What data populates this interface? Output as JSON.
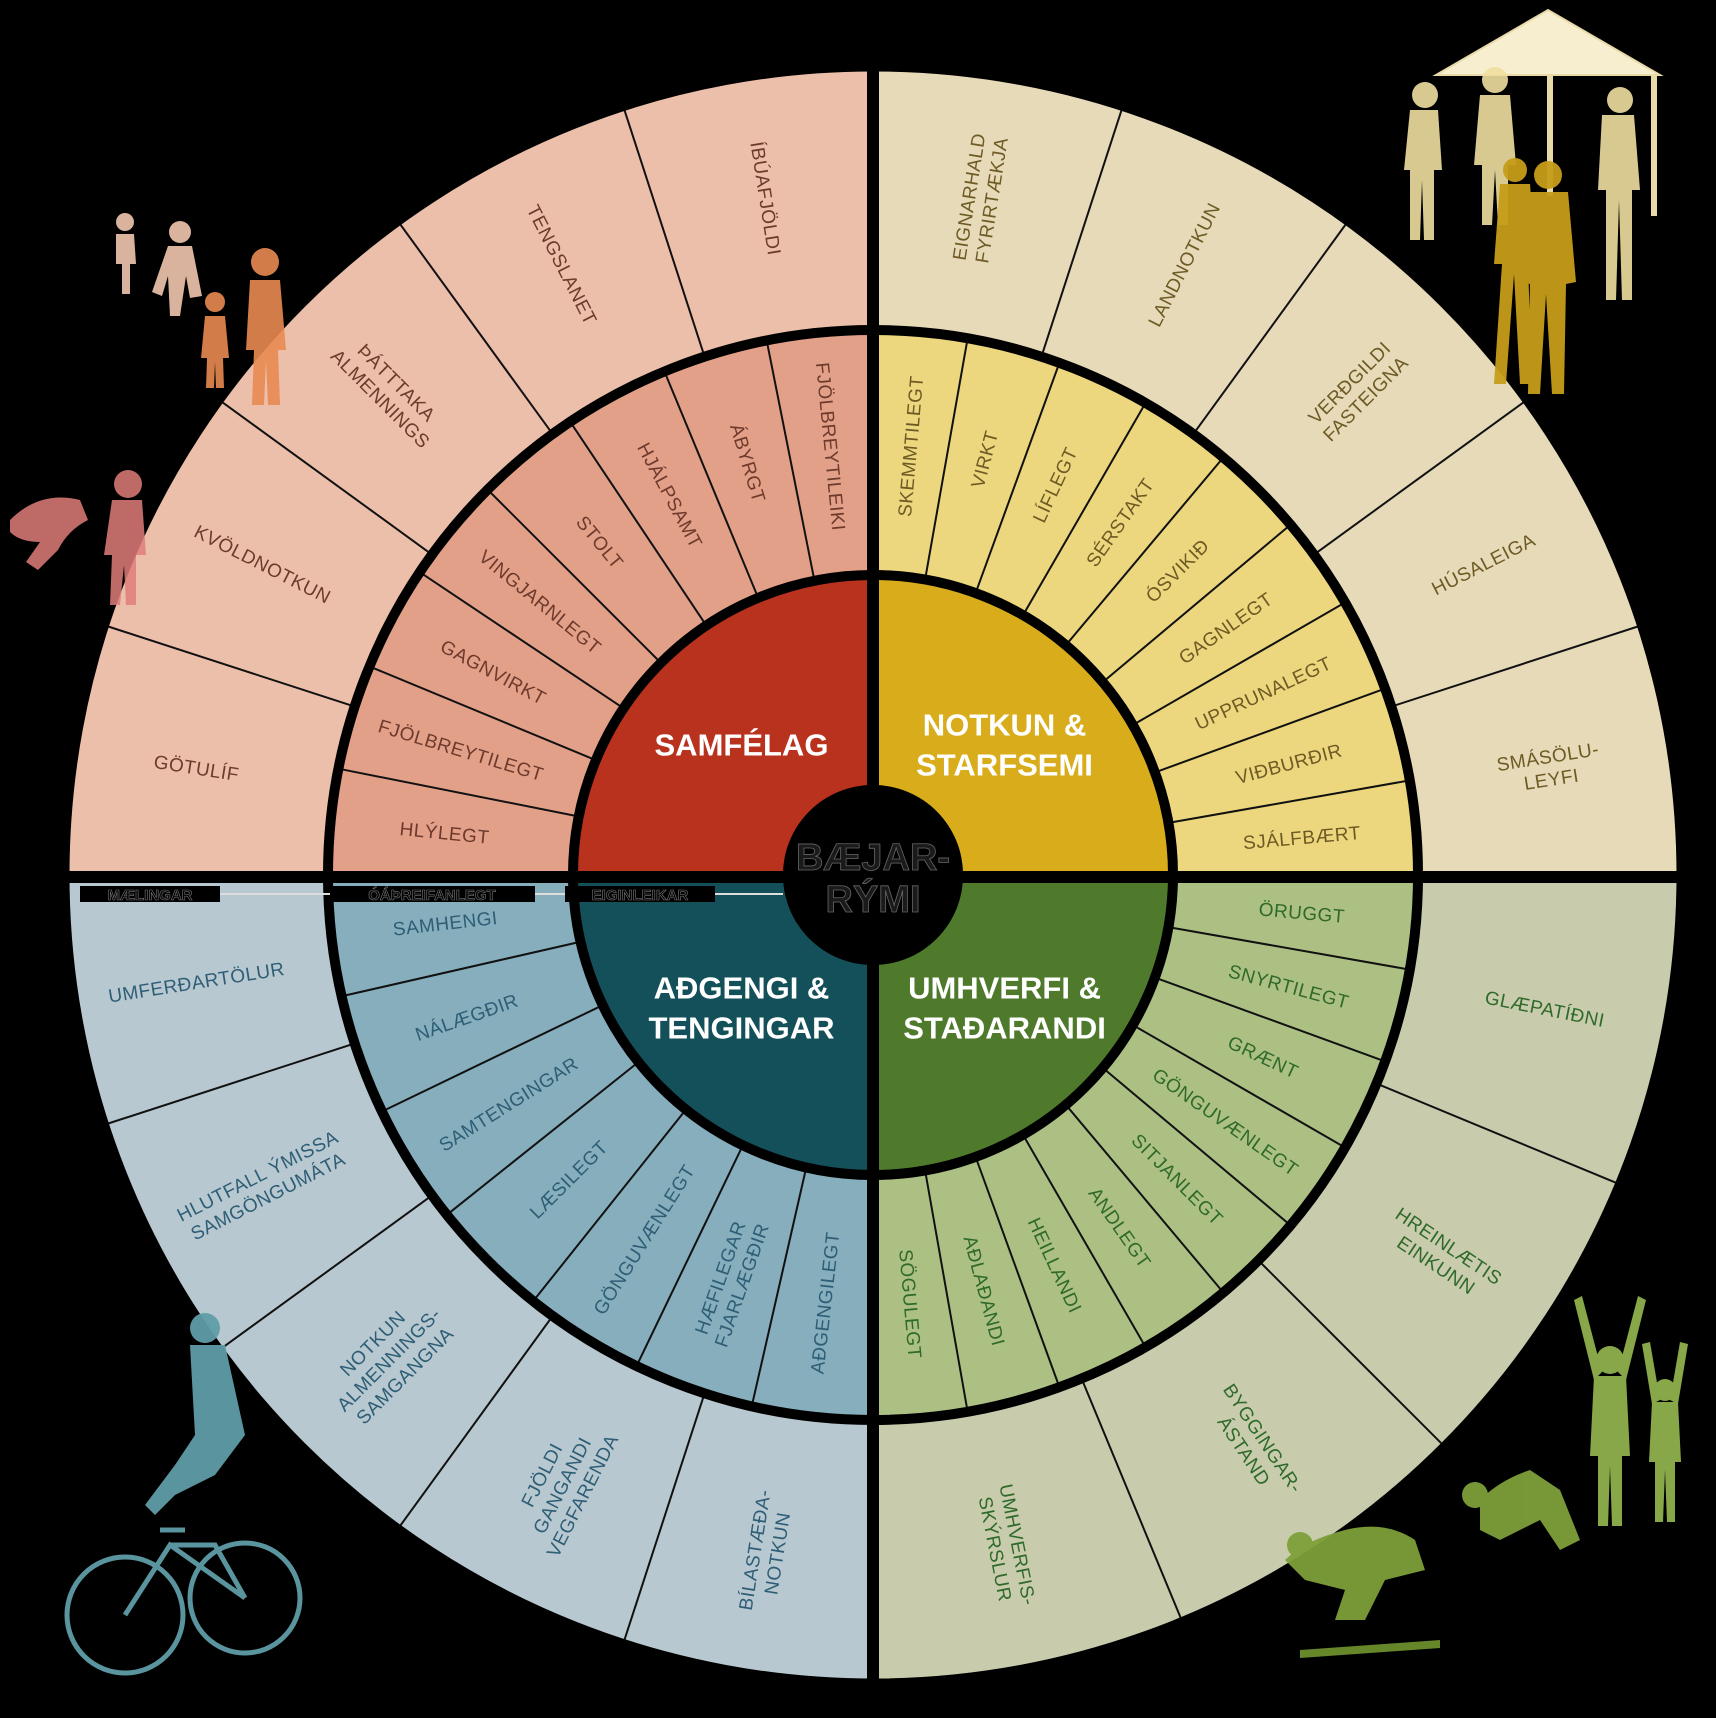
{
  "center": {
    "line1": "BÆJAR-",
    "line2": "RÝMI"
  },
  "scale_labels": {
    "measures": "MÆLINGAR",
    "intangibles": "ÓÁÞREIFANLEGT",
    "attributes": "EIGINLEIKAR"
  },
  "quadrants": [
    {
      "key": "samfelag",
      "title": [
        "SAMFÉLAG"
      ],
      "colors": {
        "core": "#b8321e",
        "inner": "#e2a088",
        "outer": "#ecbfab",
        "text": "#6e3a2c",
        "figure": "#e88a52"
      },
      "inner": [
        "HLÝLEGT",
        "FJÖLBREYTILEGT",
        "GAGNVIRKT",
        "VINGJARNLEGT",
        "STOLT",
        "HJÁLPSAMT",
        "ÁBYRGT",
        "FJÖLBREYTILEIKI"
      ],
      "outer": [
        [
          "GÖTULÍF"
        ],
        [
          "KVÖLDNOTKUN"
        ],
        [
          "ÞÁTTTAKA",
          "ALMENNINGS"
        ],
        [
          "TENGSLANET"
        ],
        [
          "ÍBÚAFJÖLDI"
        ]
      ]
    },
    {
      "key": "notkun",
      "title": [
        "NOTKUN &",
        "STARFSEMI"
      ],
      "colors": {
        "core": "#d9ac1c",
        "inner": "#ecd77e",
        "outer": "#e6dab8",
        "text": "#6e5a24",
        "figure": "#c79d1a"
      },
      "inner": [
        "SKEMMTILEGT",
        "VIRKT",
        "LÍFLEGT",
        "SÉRSTAKT",
        "ÓSVIKIÐ",
        "GAGNLEGT",
        "UPPRUNALEGT",
        "VIÐBURÐIR",
        "SJÁLFBÆRT"
      ],
      "outer": [
        [
          "EIGNARHALD",
          "FYRIRTÆKJA"
        ],
        [
          "LANDNOTKUN"
        ],
        [
          "VERÐGILDI",
          "FASTEIGNA"
        ],
        [
          "HÚSALEIGA"
        ],
        [
          "SMÁSÖLU-",
          "LEYFI"
        ]
      ]
    },
    {
      "key": "umhverfi",
      "title": [
        "UMHVERFI &",
        "STAÐARANDI"
      ],
      "colors": {
        "core": "#4f7a2c",
        "inner": "#adc084",
        "outer": "#c8ccad",
        "text": "#2f6a2a",
        "figure": "#8fb04c"
      },
      "inner": [
        "ÖRUGGT",
        "SNYRTILEGT",
        "GRÆNT",
        "GÖNGUVÆNLEGT",
        "SITJANLEGT",
        "ANDLEGT",
        "HEILLANDI",
        "AÐLAÐANDI",
        "SÖGULEGT"
      ],
      "outer": [
        [
          "GLÆPATÍÐNI"
        ],
        [
          "HREINLÆTIS",
          "EINKUNN"
        ],
        [
          "BYGGINGAR-",
          "ÁSTAND"
        ],
        [
          "UMHVERFIS-",
          "SKÝRSLUR"
        ]
      ]
    },
    {
      "key": "adgengi",
      "title": [
        "AÐGENGI &",
        "TENGINGAR"
      ],
      "colors": {
        "core": "#14505a",
        "inner": "#86aebc",
        "outer": "#b8c8d0",
        "text": "#2e5e76",
        "figure": "#5f9ea8"
      },
      "inner": [
        "AÐGENGILEGT",
        "HÆFILEGAR|FJARLÆGÐIR",
        "GÖNGUVÆNLEGT",
        "LÆSILEGT",
        "SAMTENGINGAR",
        "NÁLÆGÐIR",
        "SAMHENGI"
      ],
      "outer": [
        [
          "BÍLASTÆÐA-",
          "NOTKUN"
        ],
        [
          "FJÖLDI",
          "GANGANDI",
          "VEGFARENDA"
        ],
        [
          "NOTKUN",
          "ALMENNINGS-",
          "SAMGANGNA"
        ],
        [
          "HLUTFALL ÝMISSA",
          "SAMGÖNGUMÁTA"
        ],
        [
          "UMFERÐARTÖLUR"
        ]
      ]
    }
  ]
}
